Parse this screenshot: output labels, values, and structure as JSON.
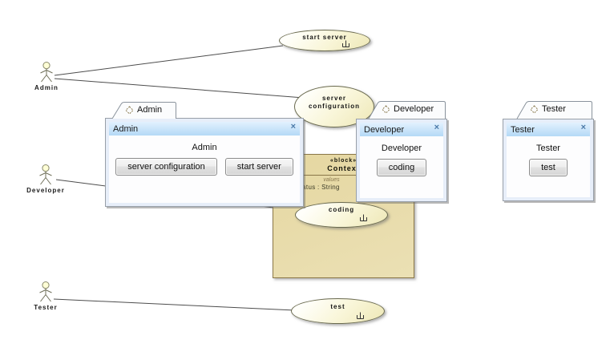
{
  "diagram": {
    "actors": [
      {
        "label": "Admin"
      },
      {
        "label": "Developer"
      },
      {
        "label": "Tester"
      }
    ],
    "usecases": [
      {
        "label": "start server"
      },
      {
        "label": "server configuration"
      },
      {
        "label": "coding"
      },
      {
        "label": "test"
      }
    ],
    "associations": [
      {
        "from": "Admin",
        "to": "start server"
      },
      {
        "from": "Admin",
        "to": "server configuration"
      },
      {
        "from": "Developer",
        "to": "coding"
      },
      {
        "from": "Tester",
        "to": "test"
      }
    ],
    "block": {
      "stereotype": "«block»",
      "name": "Context",
      "values_label": "values",
      "property": "serverStatus : String"
    }
  },
  "windows": [
    {
      "tab": "Admin",
      "title": "Admin",
      "close": "×",
      "label": "Admin",
      "buttons": [
        "server configuration",
        "start server"
      ]
    },
    {
      "tab": "Developer",
      "title": "Developer",
      "close": "×",
      "label": "Developer",
      "buttons": [
        "coding"
      ]
    },
    {
      "tab": "Tester",
      "title": "Tester",
      "close": "×",
      "label": "Tester",
      "buttons": [
        "test"
      ]
    }
  ],
  "icons": {
    "tab_icon": "dashed-diamond-diagram-icon",
    "decomposition_icon": "rake-icon",
    "close_icon": "×",
    "actor_icon": "stick-figure"
  },
  "colors": {
    "usecase_fill": "#f3eec6",
    "block_fill": "#e6d8a4",
    "title_bar": "#b4d9f6",
    "window_bg": "#e7eef9",
    "close_x": "#4b79a8",
    "line": "#4d4d4d"
  }
}
